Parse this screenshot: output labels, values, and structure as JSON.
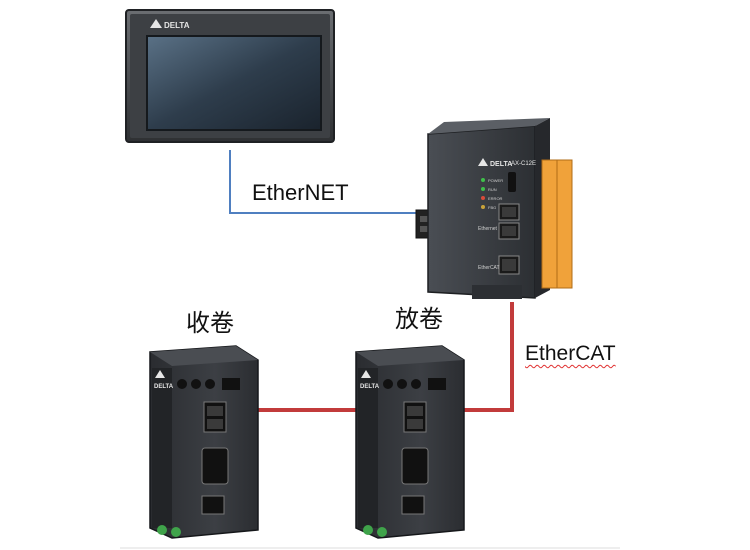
{
  "labels": {
    "ethernet": "EtherNET",
    "ethercat": "EtherCAT",
    "winder": "收卷",
    "unwinder": "放卷"
  },
  "hmi": {
    "brand": "DELTA"
  },
  "controller": {
    "brand": "DELTA",
    "model": "AX-C12E",
    "leds": [
      "POWER",
      "RUN",
      "ERROR",
      "FBG"
    ],
    "port_labels": [
      "Ethernet",
      "EtherCAT"
    ]
  },
  "drives": {
    "brand": "DELTA"
  },
  "colors": {
    "ethernet_cable": "#4f7fc0",
    "ethercat_cable": "#c23b3b",
    "device_body": "#3a3d42",
    "io_terminal": "#f0a23a"
  }
}
